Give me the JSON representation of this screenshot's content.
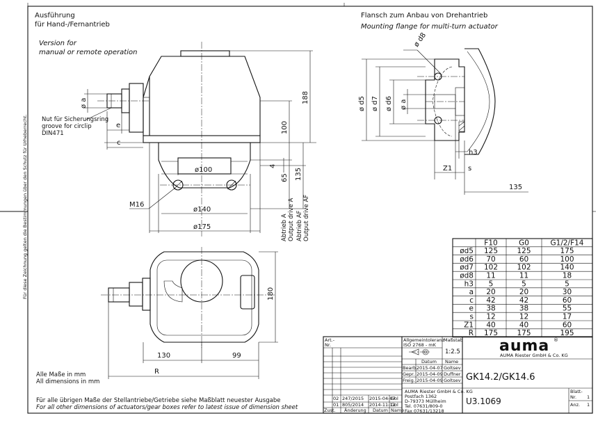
{
  "left_view": {
    "title_de": "Ausführung",
    "title_de_2": "für Hand-/Fernantrieb",
    "title_en": "Version for",
    "title_en_2": "manual or remote operation",
    "circlip_note": [
      "Nut für Sicherungsring",
      "groove for circlip",
      "DIN471"
    ],
    "dims": {
      "a": "ø a",
      "e": "e",
      "c": "c",
      "d188": "188",
      "d100": "100",
      "d4": "4",
      "d65": "65",
      "d135": "135",
      "o100": "ø100",
      "o140": "ø140",
      "o175": "ø175",
      "m16": "M16",
      "d180": "180",
      "d130": "130",
      "d99": "99",
      "R": "R"
    },
    "output_de": "Abtrieb A",
    "output_en": "Output drive A",
    "output_af_de": "Abtrieb AF",
    "output_af_en": "Output drive AF",
    "all_dims_de": "Alle Maße in mm",
    "all_dims_en": "All dimensions in mm",
    "footer_de": "Für alle übrigen Maße der Stellantriebe/Getriebe siehe Maßblatt neuester Ausgabe",
    "footer_en": "For all other dimensions of actuators/gear boxes refer to latest issue of dimension sheet"
  },
  "right_view": {
    "title_de": "Flansch zum Anbau von Drehantrieb",
    "title_en": "Mounting flange for multi-turn actuator",
    "dims": {
      "d5": "ø d5",
      "d7": "ø d7",
      "d6": "ø d6",
      "a": "ø a",
      "d8": "ø d8",
      "h3": "h3",
      "z1": "Z1",
      "s": "s",
      "d135": "135"
    }
  },
  "side_note": "Für diese Zeichnung gelten die Bestimmungen über den Schutz für Urheberrecht.",
  "dim_table": {
    "headers": [
      "",
      "F10",
      "G0",
      "G1/2/F14"
    ],
    "rows": [
      [
        "ød5",
        "125",
        "125",
        "175"
      ],
      [
        "ød6",
        "70",
        "60",
        "100"
      ],
      [
        "ød7",
        "102",
        "102",
        "140"
      ],
      [
        "ød8",
        "11",
        "11",
        "18"
      ],
      [
        "h3",
        "5",
        "5",
        "5"
      ],
      [
        "a",
        "20",
        "20",
        "30"
      ],
      [
        "c",
        "42",
        "42",
        "60"
      ],
      [
        "e",
        "38",
        "38",
        "55"
      ],
      [
        "s",
        "12",
        "12",
        "17"
      ],
      [
        "Z1",
        "40",
        "40",
        "60"
      ],
      [
        "R",
        "175",
        "175",
        "195"
      ]
    ]
  },
  "title_block": {
    "art_nr_1": "Art.-",
    "art_nr_2": "Nr.",
    "tolerance_1": "Allgemeintoleranz",
    "tolerance_2": "ISO 2768 - mK",
    "scale_label": "Maßstab",
    "scale_value": "1:2.5",
    "datum": "Datum",
    "name": "Name",
    "bearb": "Bearb.",
    "bearb_date": "2015-04-07",
    "bearb_name": "Goltsev",
    "gepr": "Gepr.",
    "gepr_date": "2015-04-09",
    "gepr_name": "Duffner",
    "freig": "Freig.",
    "freig_date": "2015-04-09",
    "freig_name": "Goltsev",
    "rev_rows": [
      [
        "02",
        "247/2015",
        "2015-04-07",
        "Gol"
      ],
      [
        "01",
        "805/2014",
        "2014-11-12",
        "Gol"
      ]
    ],
    "rev_header": [
      "Zust.",
      "Änderung",
      "Datum",
      "Name"
    ],
    "logo": "auma",
    "logo_sub": "AUMA Riester GmbH & Co. KG",
    "address": [
      "AUMA Riester GmbH & Co. KG",
      "Postfach 1362",
      "D-79373 Müllheim",
      "Tel. 07631/809-0",
      "Fax 07631/13218"
    ],
    "drawing_title": "GK14.2/GK14.6",
    "drawing_number": "U3.1069",
    "blatt_label": "Blatt-",
    "nr_label": "Nr.",
    "blatt_value": "1",
    "anz_label": "Anz.",
    "anz_value": "1"
  }
}
